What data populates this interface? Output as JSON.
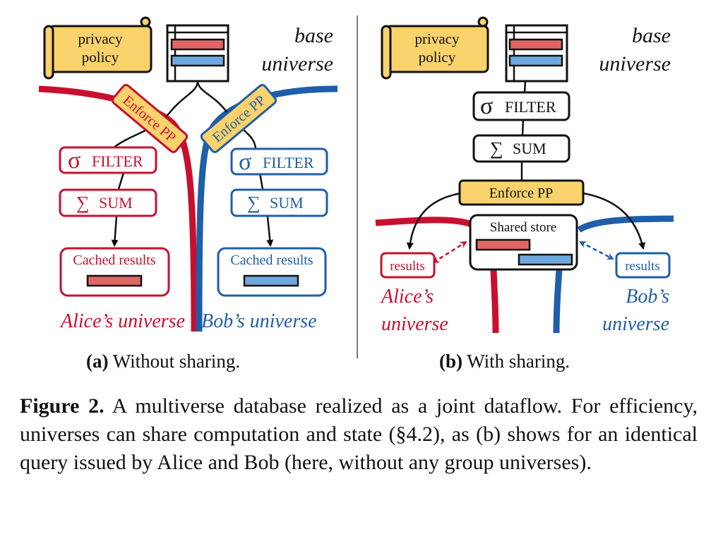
{
  "colors": {
    "alice": "#c8102e",
    "bob": "#1f5ea8",
    "alice_fill": "#e06666",
    "bob_fill": "#6fa8dc",
    "policy_fill": "#f9d26b"
  },
  "panel_a": {
    "privacy_policy_line1": "privacy",
    "privacy_policy_line2": "policy",
    "base_universe_line1": "base",
    "base_universe_line2": "universe",
    "enforce_alice": "Enforce PP",
    "enforce_bob": "Enforce PP",
    "alice_filter_symbol": "σ",
    "alice_filter": "FILTER",
    "alice_sum_symbol": "∑",
    "alice_sum": "SUM",
    "alice_cached": "Cached results",
    "bob_filter_symbol": "σ",
    "bob_filter": "FILTER",
    "bob_sum_symbol": "∑",
    "bob_sum": "SUM",
    "bob_cached": "Cached results",
    "alice_universe": "Alice’s universe",
    "bob_universe": "Bob’s universe",
    "subcaption_label": "(a)",
    "subcaption_text": " Without sharing."
  },
  "panel_b": {
    "privacy_policy_line1": "privacy",
    "privacy_policy_line2": "policy",
    "base_universe_line1": "base",
    "base_universe_line2": "universe",
    "filter_symbol": "σ",
    "filter": "FILTER",
    "sum_symbol": "∑",
    "sum": "SUM",
    "enforce": "Enforce PP",
    "shared_store": "Shared store",
    "alice_results": "results",
    "bob_results": "results",
    "alice_universe_line1": "Alice’s",
    "alice_universe_line2": "universe",
    "bob_universe_line1": "Bob’s",
    "bob_universe_line2": "universe",
    "subcaption_label": "(b)",
    "subcaption_text": " With sharing."
  },
  "caption": {
    "label": "Figure 2.",
    "text": " A multiverse database realized as a joint dataflow. For efficiency, universes can share computation and state (§4.2), as (b) shows for an identical query issued by Alice and Bob (here, without any group universes)."
  }
}
